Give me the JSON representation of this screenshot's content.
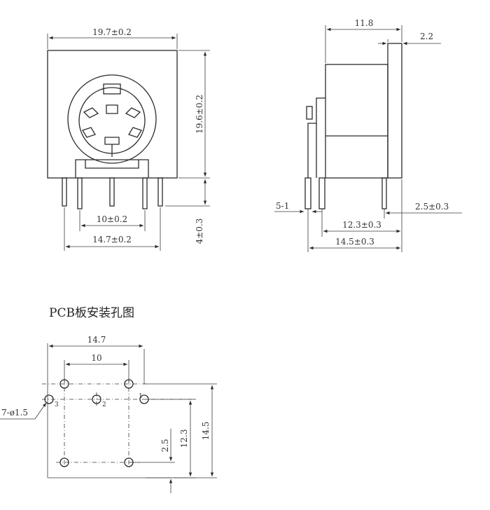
{
  "front_view": {
    "width_label": "19.7±0.2",
    "height_label": "19.6±0.2",
    "pin_length_label": "4±0.3",
    "inner_pitch_label": "10±0.2",
    "outer_pitch_label": "14.7±0.2"
  },
  "side_view": {
    "depth_label": "11.8",
    "flange_label": "2.2",
    "pin_offset_label": "2.5±0.3",
    "span_label": "12.3±0.3",
    "total_label": "14.5±0.3",
    "pin_ref_label": "5-1"
  },
  "pcb_layout": {
    "title": "PCB板安装孔图",
    "outer_pitch_label": "14.7",
    "inner_pitch_label": "10",
    "hole_label": "7-ø1.5",
    "row_offset_label": "2.5",
    "row_pitch_label": "12.3",
    "total_label": "14.5",
    "pin_numbers": [
      "3",
      "2",
      "1"
    ]
  }
}
